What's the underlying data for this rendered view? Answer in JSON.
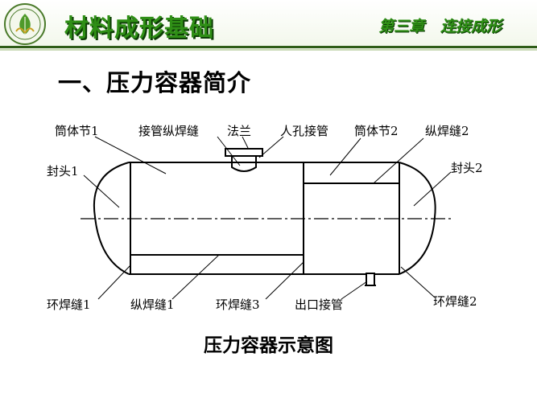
{
  "header": {
    "course_title": "材料成形基础",
    "chapter": "第三章   连接成形"
  },
  "section_title": "一、压力容器简介",
  "diagram": {
    "labels": {
      "tong_ti_jie_1": "筒体节1",
      "jie_guan_zong_han_feng": "接管纵焊缝",
      "fa_lan": "法兰",
      "ren_kong_jie_guan": "人孔接管",
      "tong_ti_jie_2": "筒体节2",
      "zong_han_feng_2": "纵焊缝2",
      "feng_tou_1": "封头1",
      "feng_tou_2": "封头2",
      "huan_han_feng_1": "环焊缝1",
      "zong_han_feng_1": "纵焊缝1",
      "huan_han_feng_3": "环焊缝3",
      "chu_kou_jie_guan": "出口接管",
      "huan_han_feng_2": "环焊缝2"
    },
    "caption": "压力容器示意图"
  },
  "colors": {
    "title_green": "#2f8f16",
    "title_shadow": "#0d3d06",
    "rule_dark": "#2f5d18"
  }
}
